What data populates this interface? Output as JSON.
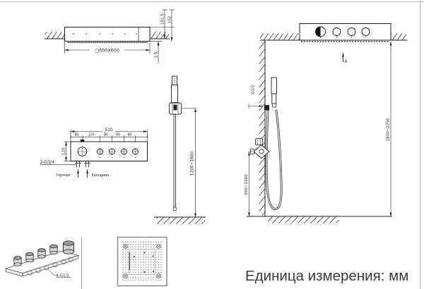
{
  "sheet": {
    "unit_note": "Единица измерения: мм"
  },
  "colors": {
    "line": "#1c1c1c",
    "frame": "#b5b5b5",
    "text": "#3a3a3a"
  },
  "ceiling_shower_view": {
    "panel_size": "□600X600",
    "recess_depth": "101.5",
    "total_height": "102",
    "reveal": "1.5"
  },
  "hand_shower_view": {
    "mount_height": "1200~1600"
  },
  "control_panel_view": {
    "total_width": "510",
    "segments": [
      "80",
      "120",
      "80",
      "80",
      "80"
    ],
    "panel_height": "120",
    "inlet_label": "2-G3/4",
    "hot_label": "Горячая",
    "cold_label": "Холодная"
  },
  "elevation_view": {
    "section_label": "A",
    "thread_label": "G1/2",
    "mixer_height": "900~1000",
    "overall_height": "1800~2250"
  },
  "panel_3d_view": {
    "outlet_label": "4-G1/2"
  }
}
